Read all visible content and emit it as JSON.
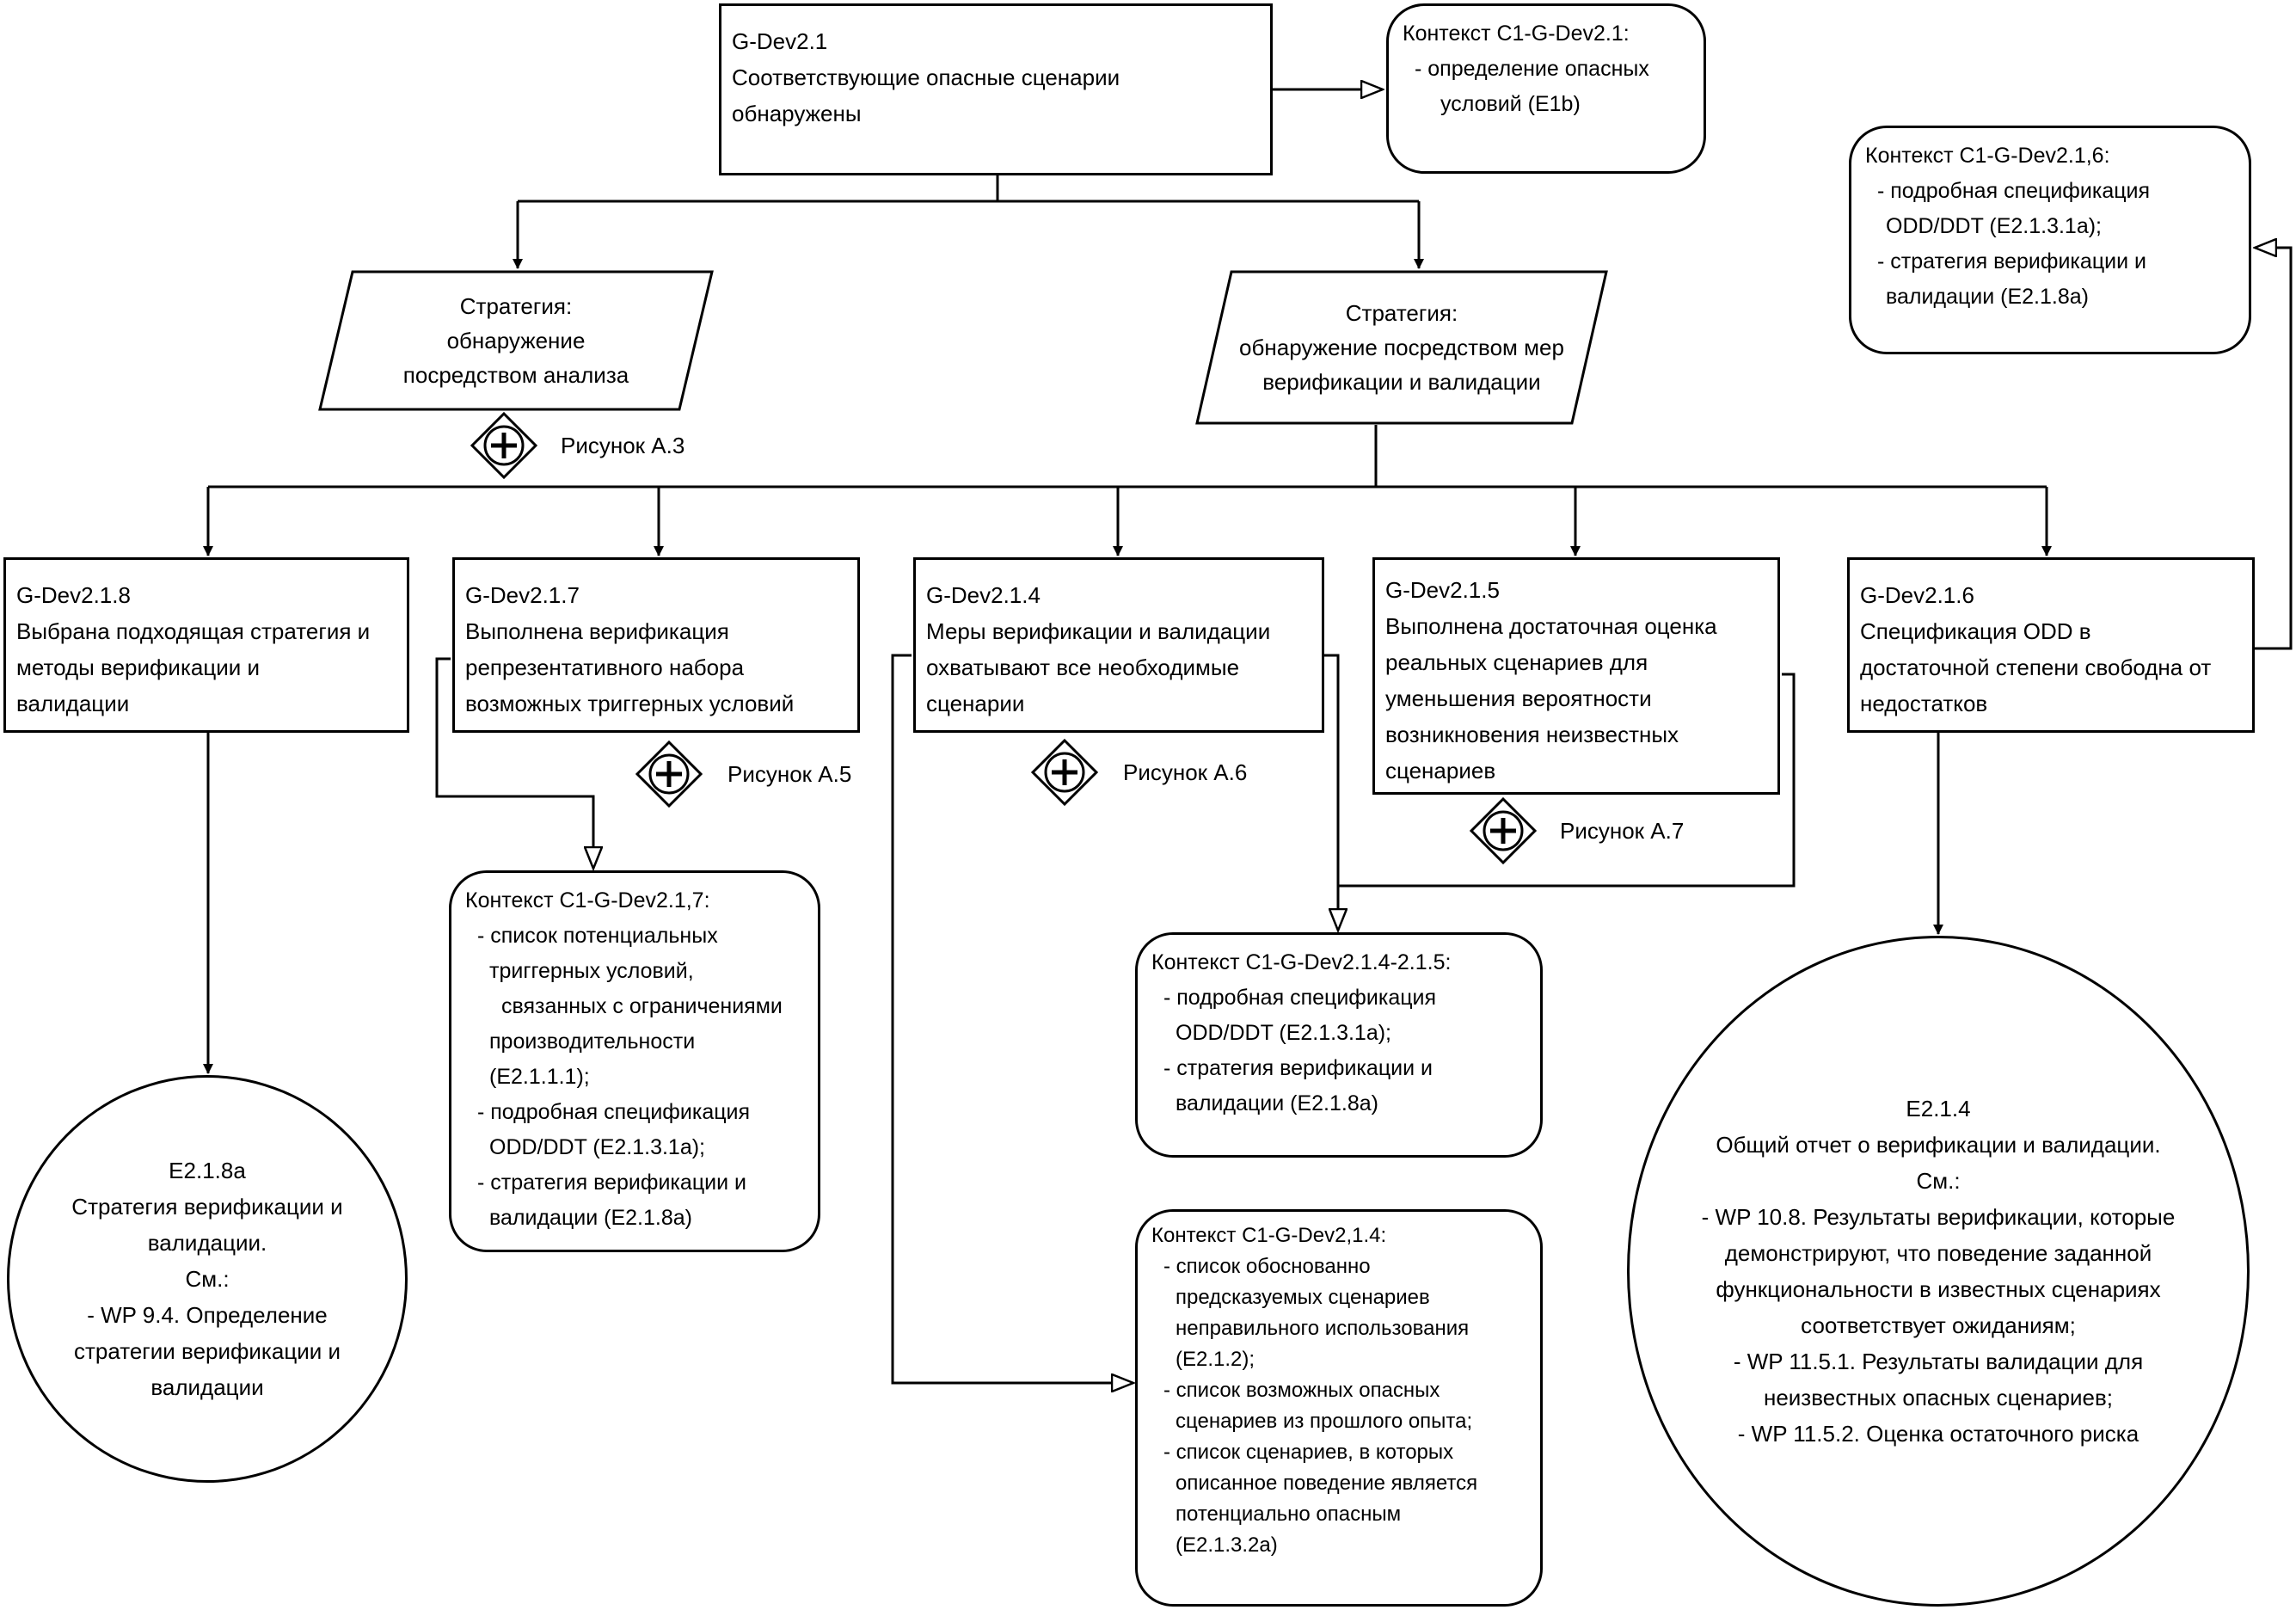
{
  "diagram": {
    "root_goal": {
      "id": "G-Dev2.1",
      "lines": [
        "Соответствующие опасные сценарии",
        "обнаружены"
      ]
    },
    "root_context": {
      "title": "Контекст С1-G-Dev2.1:",
      "items": [
        "- определение опасных",
        "условий (E1b)"
      ]
    },
    "strategy_analysis": {
      "title": "Стратегия:",
      "lines": [
        "обнаружение",
        "посредством анализа"
      ],
      "figure": "Рисунок А.3"
    },
    "strategy_vv": {
      "title": "Стратегия:",
      "lines": [
        "обнаружение посредством мер",
        "верификации и валидации"
      ]
    },
    "goal_218": {
      "id": "G-Dev2.1.8",
      "lines": [
        "Выбрана подходящая стратегия и",
        "методы верификации и",
        "валидации"
      ]
    },
    "goal_217": {
      "id": "G-Dev2.1.7",
      "lines": [
        "Выполнена верификация",
        "репрезентативного набора",
        "возможных триггерных условий"
      ],
      "figure": "Рисунок А.5"
    },
    "goal_214": {
      "id": "G-Dev2.1.4",
      "lines": [
        "Меры верификации и валидации",
        "охватывают все необходимые",
        "сценарии"
      ],
      "figure": "Рисунок А.6"
    },
    "goal_215": {
      "id": "G-Dev2.1.5",
      "lines": [
        "Выполнена достаточная оценка",
        "реальных сценариев для",
        "уменьшения вероятности",
        "возникновения неизвестных",
        "сценариев"
      ],
      "figure": "Рисунок А.7"
    },
    "goal_216": {
      "id": "G-Dev2.1.6",
      "lines": [
        "Спецификация ODD в",
        "достаточной степени свободна от",
        "недостатков"
      ]
    },
    "context_216": {
      "title": "Контекст С1-G-Dev2.1,6:",
      "items": [
        "- подробная спецификация",
        "ODD/DDT (E2.1.3.1a);",
        "- стратегия верификации и",
        "валидации (E2.1.8a)"
      ]
    },
    "context_217": {
      "title": "Контекст С1-G-Dev2.1,7:",
      "items": [
        "- список потенциальных",
        "триггерных условий,",
        "связанных с ограничениями",
        "производительности",
        "(E2.1.1.1);",
        "- подробная спецификация",
        "ODD/DDT (E2.1.3.1a);",
        "- стратегия верификации и",
        "валидации (E2.1.8a)"
      ]
    },
    "context_214_215": {
      "title": "Контекст С1-G-Dev2.1.4-2.1.5:",
      "items": [
        "- подробная спецификация",
        "ODD/DDT (E2.1.3.1a);",
        "- стратегия верификации и",
        "валидации (E2.1.8a)"
      ]
    },
    "context_214": {
      "title": "Контекст С1-G-Dev2,1.4:",
      "items": [
        "- список обоснованно",
        "предсказуемых сценариев",
        "неправильного использования",
        "(E2.1.2);",
        "- список возможных опасных",
        "сценариев из прошлого опыта;",
        "- список сценариев, в которых",
        "описанное поведение является",
        "потенциально опасным",
        "(E2.1.3.2a)"
      ]
    },
    "evidence_218a": {
      "id": "E2.1.8a",
      "lines": [
        "Стратегия верификации и",
        "валидации.",
        "См.:",
        "- WP 9.4. Определение",
        "стратегии верификации и",
        "валидации"
      ]
    },
    "evidence_214": {
      "id": "E2.1.4",
      "lines": [
        "Общий отчет о верификации и валидации.",
        "См.:",
        "- WP 10.8. Результаты верификации, которые",
        "демонстрируют, что поведение заданной",
        "функциональности в известных сценариях",
        "соответствует ожиданиям;",
        "- WP 11.5.1. Результаты валидации для",
        "неизвестных опасных сценариев;",
        "- WP 11.5.2. Оценка остаточного риска"
      ]
    }
  }
}
